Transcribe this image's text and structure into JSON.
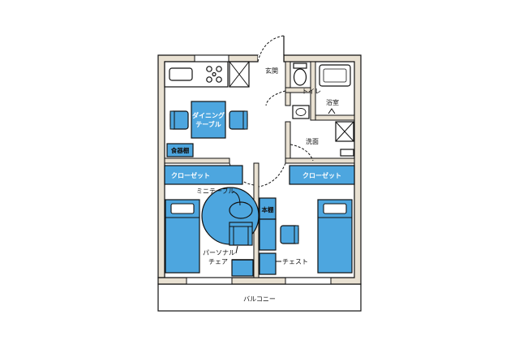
{
  "colors": {
    "wall": "#e9e1d2",
    "line": "#111111",
    "furniture": "#4da6df",
    "background": "#ffffff"
  },
  "rooms": {
    "entrance": "玄関",
    "toilet": "トイレ",
    "bath": "浴室",
    "washroom": "洗面",
    "balcony": "バルコニー"
  },
  "furniture": {
    "dining_table_line1": "ダイニング",
    "dining_table_line2": "テーブル",
    "cupboard": "食器棚",
    "closet_left": "クローゼット",
    "closet_right": "クローゼット",
    "bookshelf": "本棚"
  },
  "callouts": {
    "mini_table": "ミニテーブル",
    "personal_chair_line1": "パーソナル",
    "personal_chair_line2": "チェア",
    "chest": "チェスト"
  },
  "icons": {
    "stove": "stove-burner-icon",
    "door_swing": "door-swing-arc",
    "storage_box": "storage-cross-box"
  }
}
